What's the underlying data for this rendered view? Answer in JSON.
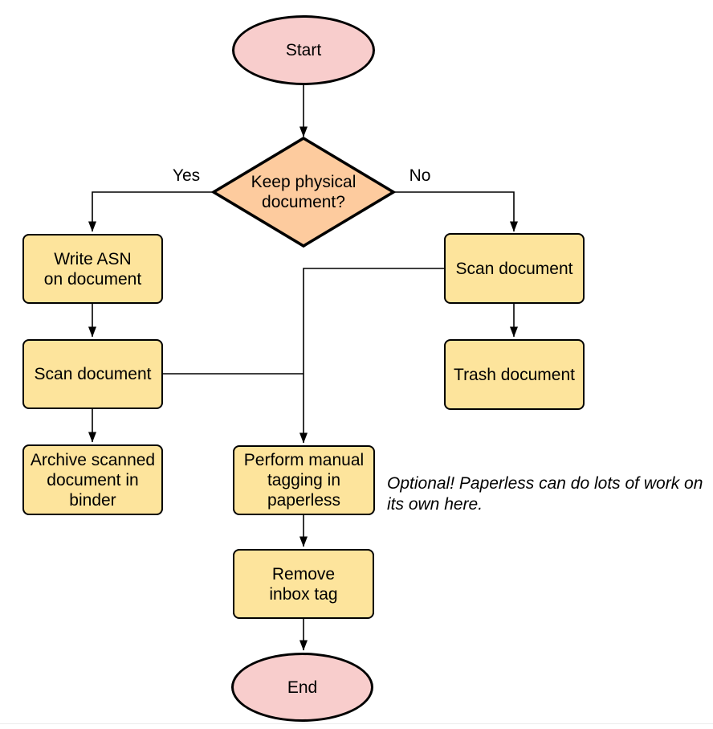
{
  "colors": {
    "background": "#FFFFFF",
    "terminal_fill": "#F8CDCC",
    "decision_fill": "#FDCB9E",
    "process_fill": "#FDE49C",
    "stroke": "#000000",
    "text": "#000000",
    "page_edge": "#ECECEC"
  },
  "nodes": {
    "start": "Start",
    "decision": "Keep physical\ndocument?",
    "write_asn": "Write ASN\non document",
    "scan_left": "Scan document",
    "archive": "Archive scanned\ndocument in\nbinder",
    "scan_right": "Scan document",
    "trash": "Trash document",
    "perform_tagging": "Perform manual\ntagging in\npaperless",
    "remove_inbox": "Remove\ninbox tag",
    "end": "End"
  },
  "edge_labels": {
    "yes": "Yes",
    "no": "No"
  },
  "annotation": "Optional! Paperless can do lots of work on\nits own here."
}
